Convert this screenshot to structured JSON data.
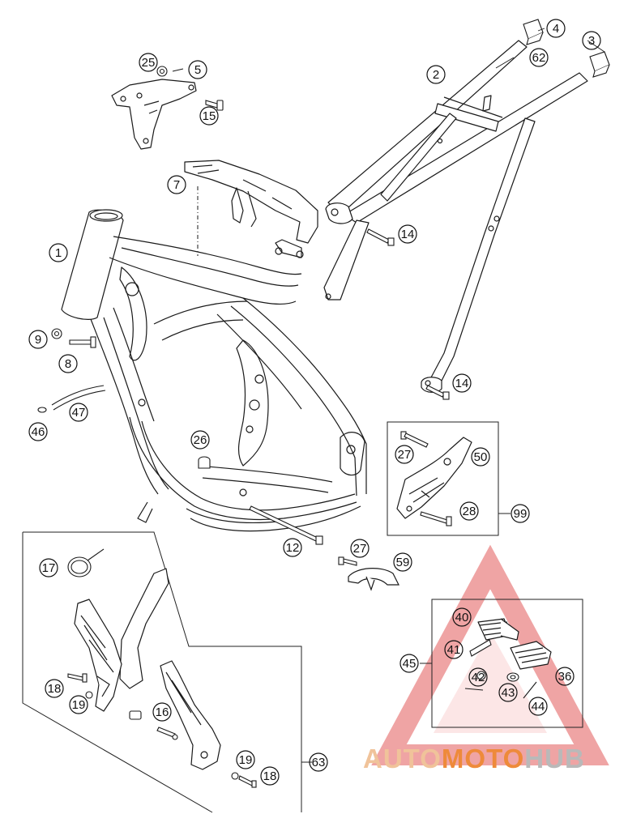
{
  "callouts": [
    {
      "id": "c1",
      "label": "1"
    },
    {
      "id": "c2",
      "label": "2"
    },
    {
      "id": "c3",
      "label": "3"
    },
    {
      "id": "c4",
      "label": "4"
    },
    {
      "id": "c5",
      "label": "5"
    },
    {
      "id": "c7",
      "label": "7"
    },
    {
      "id": "c8",
      "label": "8"
    },
    {
      "id": "c9",
      "label": "9"
    },
    {
      "id": "c12",
      "label": "12"
    },
    {
      "id": "c14a",
      "label": "14"
    },
    {
      "id": "c14b",
      "label": "14"
    },
    {
      "id": "c15",
      "label": "15"
    },
    {
      "id": "c16",
      "label": "16"
    },
    {
      "id": "c17",
      "label": "17"
    },
    {
      "id": "c18a",
      "label": "18"
    },
    {
      "id": "c18b",
      "label": "18"
    },
    {
      "id": "c19a",
      "label": "19"
    },
    {
      "id": "c19b",
      "label": "19"
    },
    {
      "id": "c25",
      "label": "25"
    },
    {
      "id": "c26",
      "label": "26"
    },
    {
      "id": "c27a",
      "label": "27"
    },
    {
      "id": "c27b",
      "label": "27"
    },
    {
      "id": "c28",
      "label": "28"
    },
    {
      "id": "c36",
      "label": "36"
    },
    {
      "id": "c40",
      "label": "40"
    },
    {
      "id": "c41",
      "label": "41"
    },
    {
      "id": "c42",
      "label": "42"
    },
    {
      "id": "c43",
      "label": "43"
    },
    {
      "id": "c44",
      "label": "44"
    },
    {
      "id": "c45",
      "label": "45"
    },
    {
      "id": "c46",
      "label": "46"
    },
    {
      "id": "c47",
      "label": "47"
    },
    {
      "id": "c50",
      "label": "50"
    },
    {
      "id": "c59",
      "label": "59"
    },
    {
      "id": "c62",
      "label": "62"
    },
    {
      "id": "c63",
      "label": "63"
    },
    {
      "id": "c99",
      "label": "99"
    }
  ],
  "watermark": {
    "part1": "AUTO",
    "part2": "MOTO",
    "part3": "HUB",
    "colors": {
      "part1": "#f0c39a",
      "part2": "#ee8a3a",
      "part3": "#b9b9b9",
      "triangle": "#e25a5a"
    }
  },
  "colors": {
    "line": "#1a1a1a",
    "background": "#ffffff"
  }
}
